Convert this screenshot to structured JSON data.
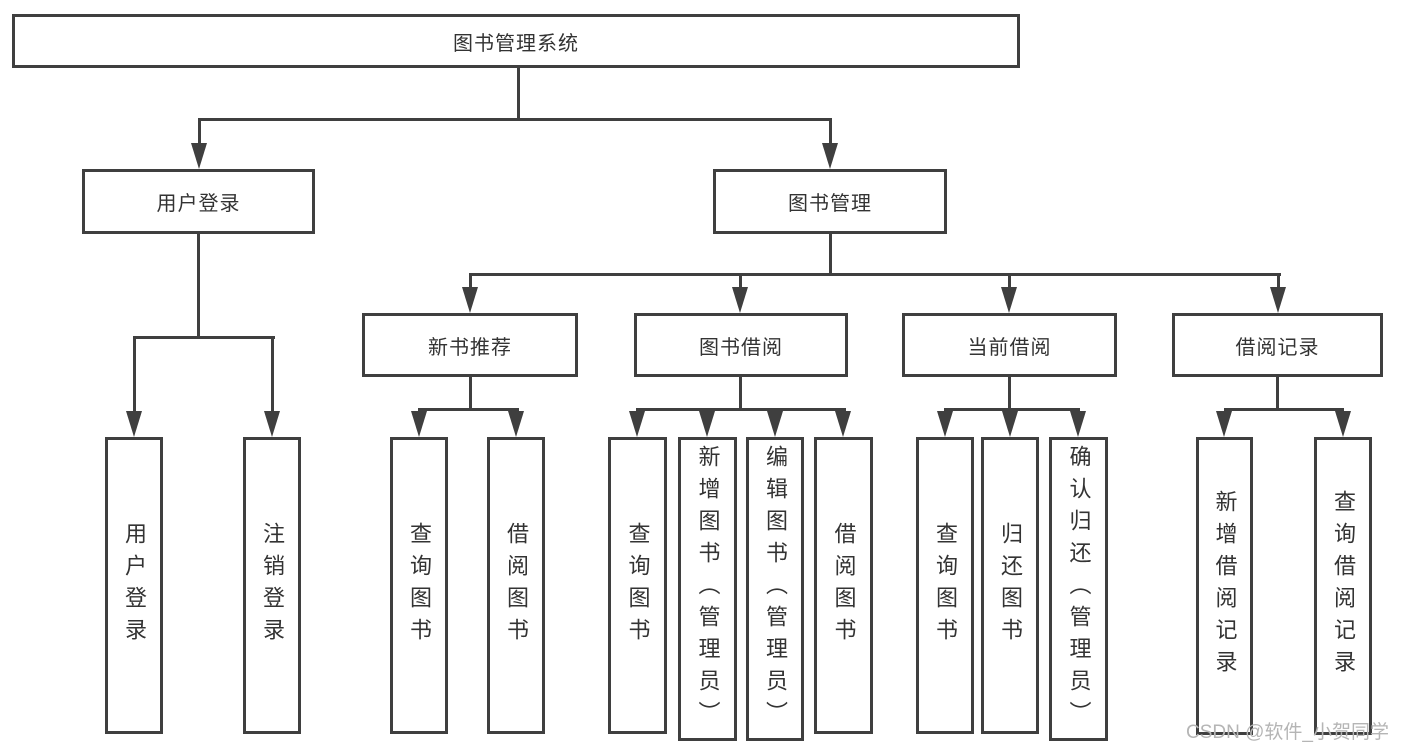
{
  "diagram": {
    "title": "图书管理系统",
    "level2": {
      "user_login": "用户登录",
      "book_mgmt": "图书管理"
    },
    "level3": {
      "new_books": "新书推荐",
      "book_borrow": "图书借阅",
      "current_borrow": "当前借阅",
      "borrow_records": "借阅记录"
    },
    "leaves": {
      "login": "用户登录",
      "logout": "注销登录",
      "nb_query": "查询图书",
      "nb_borrow": "借阅图书",
      "bb_query": "查询图书",
      "bb_add": "新增图书（管理员）",
      "bb_edit": "编辑图书（管理员）",
      "bb_borrow": "借阅图书",
      "cb_query": "查询图书",
      "cb_return": "归还图书",
      "cb_confirm": "确认归还（管理员）",
      "br_add": "新增借阅记录",
      "br_query": "查询借阅记录"
    }
  },
  "watermark": "CSDN @软件_小贺同学",
  "colors": {
    "line": "#3f3f3f",
    "text": "#333333",
    "watermark": "#b5b5b5",
    "background": "#ffffff"
  }
}
